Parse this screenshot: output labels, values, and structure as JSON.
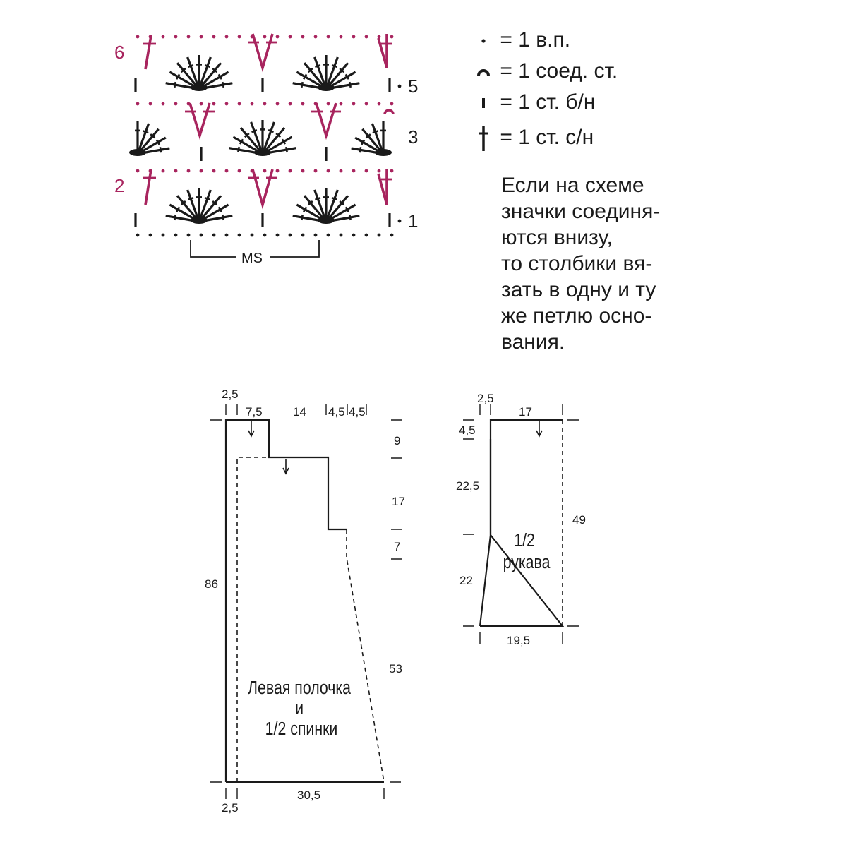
{
  "colors": {
    "ink": "#1a1a1a",
    "accent": "#a8245e"
  },
  "chart": {
    "row_labels": [
      {
        "text": "6",
        "color": "accent"
      },
      {
        "text": "5",
        "color": "ink"
      },
      {
        "text": "3",
        "color": "ink"
      },
      {
        "text": "2",
        "color": "accent"
      },
      {
        "text": "1",
        "color": "ink"
      }
    ],
    "repeat_label": "MS"
  },
  "legend": [
    {
      "icon": "dot-chain-icon",
      "text": "= 1 в.п."
    },
    {
      "icon": "slip-stitch-icon",
      "text": "= 1 соед. ст."
    },
    {
      "icon": "single-crochet-icon",
      "text": "= 1 ст. б/н"
    },
    {
      "icon": "double-crochet-icon",
      "text": "= 1 ст. с/н"
    }
  ],
  "note": {
    "lines": [
      "Если на схеме",
      "значки соединя-",
      "ются внизу,",
      "то столбики вя-",
      "зать в одну и ту",
      "же петлю осно-",
      "вания."
    ]
  },
  "front_back": {
    "label_lines": [
      "Левая полочка",
      "и",
      "1/2 спинки"
    ],
    "dims": {
      "top_left": "2,5",
      "neck": "7,5",
      "shoulder": "14",
      "armhole_a": "4,5",
      "armhole_b": "4,5",
      "h_neck": "9",
      "h_shoulder": "17",
      "h_armhole": "7",
      "h_side": "53",
      "total_height": "86",
      "bottom": "30,5",
      "bottom_left": "2,5"
    }
  },
  "sleeve": {
    "label_lines": [
      "1/2",
      "рукава"
    ],
    "dims": {
      "top_left": "2,5",
      "top": "17",
      "cap": "4,5",
      "upper": "22,5",
      "lower": "22",
      "total_height": "49",
      "bottom": "19,5"
    }
  }
}
